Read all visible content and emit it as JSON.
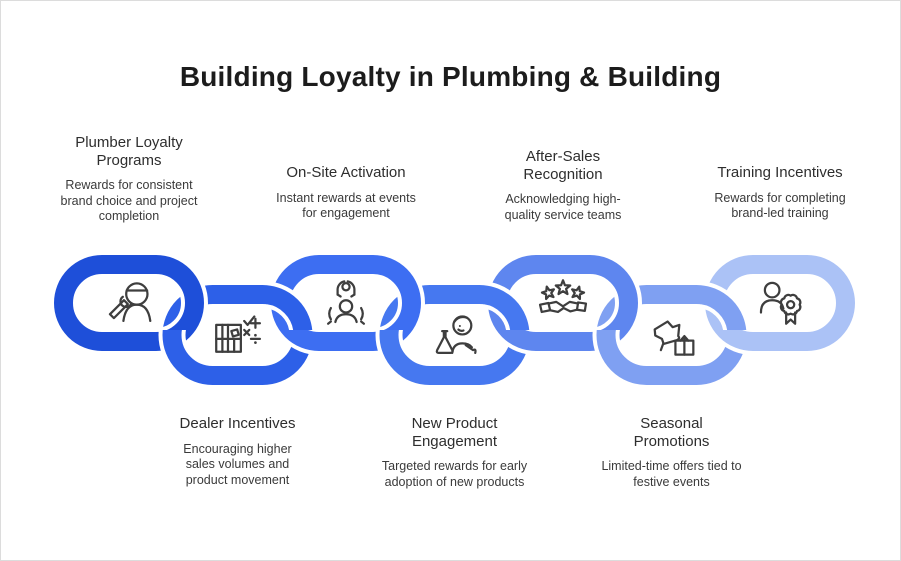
{
  "title": "Building Loyalty in Plumbing & Building",
  "items": [
    {
      "heading": "Plumber Loyalty Programs",
      "description": "Rewards for consistent brand choice and project completion",
      "position": "top",
      "icon": "plumber-wrench-icon",
      "color": "#1E4FD9"
    },
    {
      "heading": "Dealer Incentives",
      "description": "Encouraging higher sales volumes and product movement",
      "position": "bottom",
      "icon": "shelf-math-icon",
      "color": "#2D60E8"
    },
    {
      "heading": "On-Site Activation",
      "description": "Instant rewards at events for engagement",
      "position": "top",
      "icon": "claw-person-icon",
      "color": "#3D6EF2"
    },
    {
      "heading": "New Product Engagement",
      "description": "Targeted rewards for early adoption of new products",
      "position": "bottom",
      "icon": "person-flask-icon",
      "color": "#4678F0"
    },
    {
      "heading": "After-Sales Recognition",
      "description": "Acknowledging high-quality service teams",
      "position": "top",
      "icon": "stars-handshake-icon",
      "color": "#5E86EF"
    },
    {
      "heading": "Seasonal Promotions",
      "description": "Limited-time offers tied to festive events",
      "position": "bottom",
      "icon": "megaphone-gift-icon",
      "color": "#7FA0F2"
    },
    {
      "heading": "Training Incentives",
      "description": "Rewards for completing brand-led training",
      "position": "top",
      "icon": "person-award-icon",
      "color": "#ABC2F6"
    }
  ]
}
